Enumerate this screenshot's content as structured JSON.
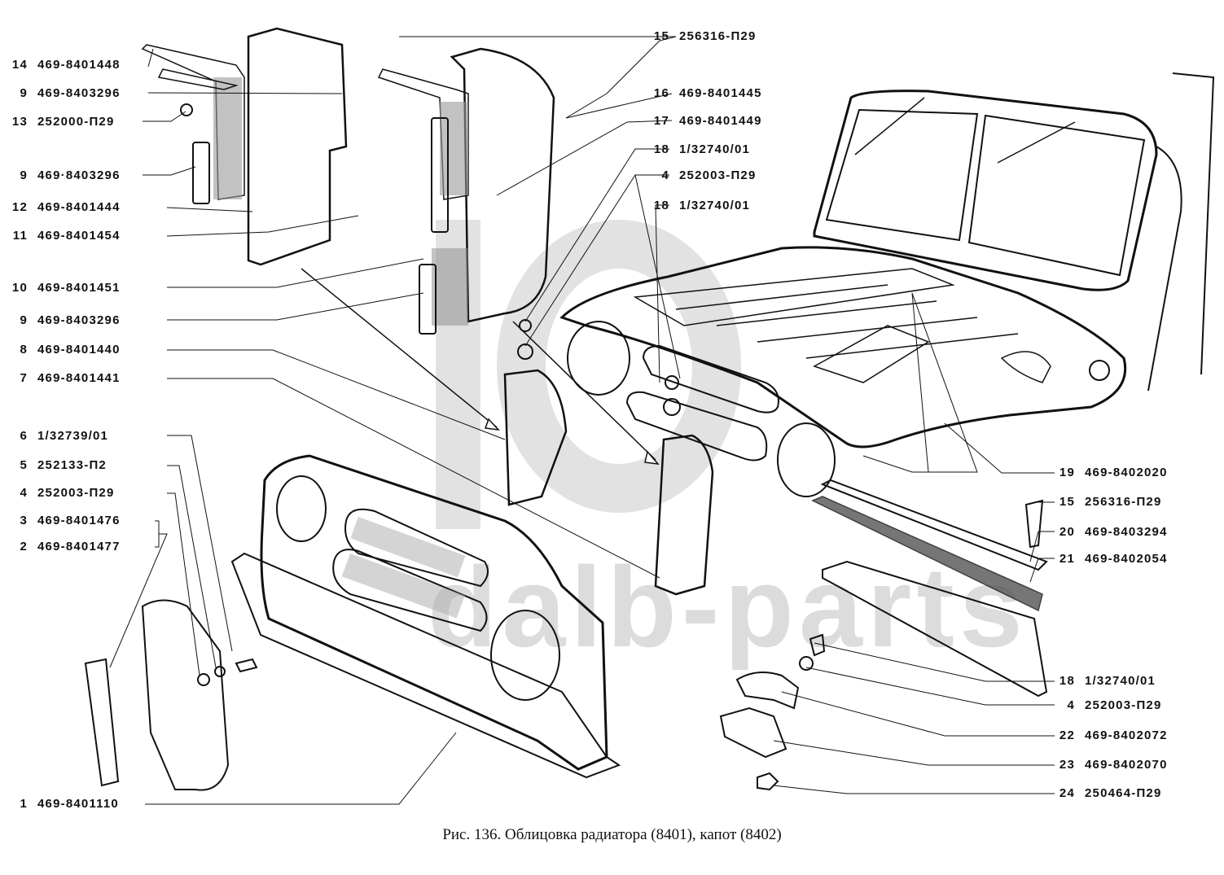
{
  "watermark": {
    "logo_text": "dalb-parts"
  },
  "caption": "Рис. 136. Облицовка радиатора (8401), капот (8402)",
  "callouts_left": [
    {
      "num": "14",
      "part": "469-8401448"
    },
    {
      "num": "9",
      "part": "469-8403296"
    },
    {
      "num": "13",
      "part": "252000-П29"
    },
    {
      "num": "9",
      "part": "469·8403296"
    },
    {
      "num": "12",
      "part": "469-8401444"
    },
    {
      "num": "11",
      "part": "469-8401454"
    },
    {
      "num": "10",
      "part": "469-8401451"
    },
    {
      "num": "9",
      "part": "469-8403296"
    },
    {
      "num": "8",
      "part": "469-8401440"
    },
    {
      "num": "7",
      "part": "469-8401441"
    },
    {
      "num": "6",
      "part": "1/32739/01"
    },
    {
      "num": "5",
      "part": "252133-П2"
    },
    {
      "num": "4",
      "part": "252003-П29"
    },
    {
      "num": "3",
      "part": "469-8401476"
    },
    {
      "num": "2",
      "part": "469-8401477"
    },
    {
      "num": "1",
      "part": "469-8401110"
    }
  ],
  "callouts_center": [
    {
      "num": "15",
      "part": "256316-П29"
    },
    {
      "num": "16",
      "part": "469-8401445"
    },
    {
      "num": "17",
      "part": "469-8401449"
    },
    {
      "num": "18",
      "part": "1/32740/01"
    },
    {
      "num": "4",
      "part": "252003-П29"
    },
    {
      "num": "18",
      "part": "1/32740/01"
    }
  ],
  "callouts_right": [
    {
      "num": "19",
      "part": "469-8402020"
    },
    {
      "num": "15",
      "part": "256316-П29"
    },
    {
      "num": "20",
      "part": "469-8403294"
    },
    {
      "num": "21",
      "part": "469-8402054"
    },
    {
      "num": "18",
      "part": "1/32740/01"
    },
    {
      "num": "4",
      "part": "252003-П29"
    },
    {
      "num": "22",
      "part": "469-8402072"
    },
    {
      "num": "23",
      "part": "469-8402070"
    },
    {
      "num": "24",
      "part": "250464-П29"
    }
  ]
}
